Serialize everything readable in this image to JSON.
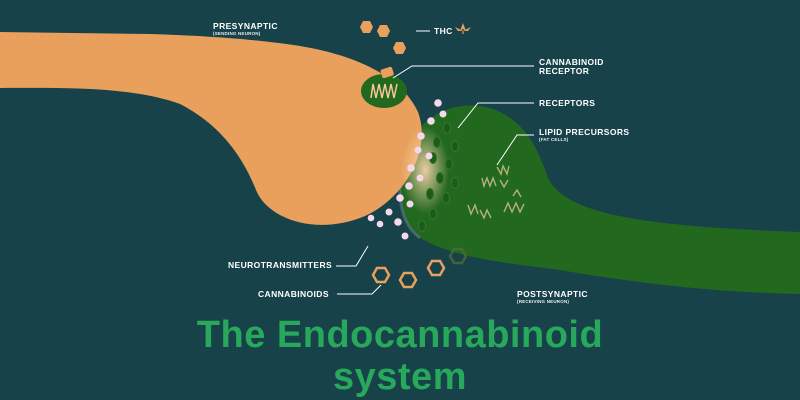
{
  "labels": {
    "presynaptic": "PRESYNAPTIC",
    "presynaptic_sub": "(SENDING NEURON)",
    "thc": "THC",
    "cannabinoid_receptor_1": "CANNABINOID",
    "cannabinoid_receptor_2": "RECEPTOR",
    "receptors": "RECEPTORS",
    "lipid_precursors": "LIPID PRECURSORS",
    "lipid_precursors_sub": "(FAT CELLS)",
    "neurotransmitters": "NEUROTRANSMITTERS",
    "cannabinoids": "CANNABINOIDS",
    "postsynaptic": "POSTSYNAPTIC",
    "postsynaptic_sub": "(RECEIVING NEURON)"
  },
  "title": {
    "line1": "The Endocannabinoid",
    "line2": "system"
  },
  "colors": {
    "background": "#17424a",
    "presynaptic_neuron": "#e8a05c",
    "postsynaptic_neuron": "#23681f",
    "hexagon": "#e8a05c",
    "neurotransmitter": "#f6d8ec",
    "title": "#27a85a",
    "leader_line": "#ffffff"
  },
  "icons": {
    "thc": "cannabis-leaf-icon"
  }
}
